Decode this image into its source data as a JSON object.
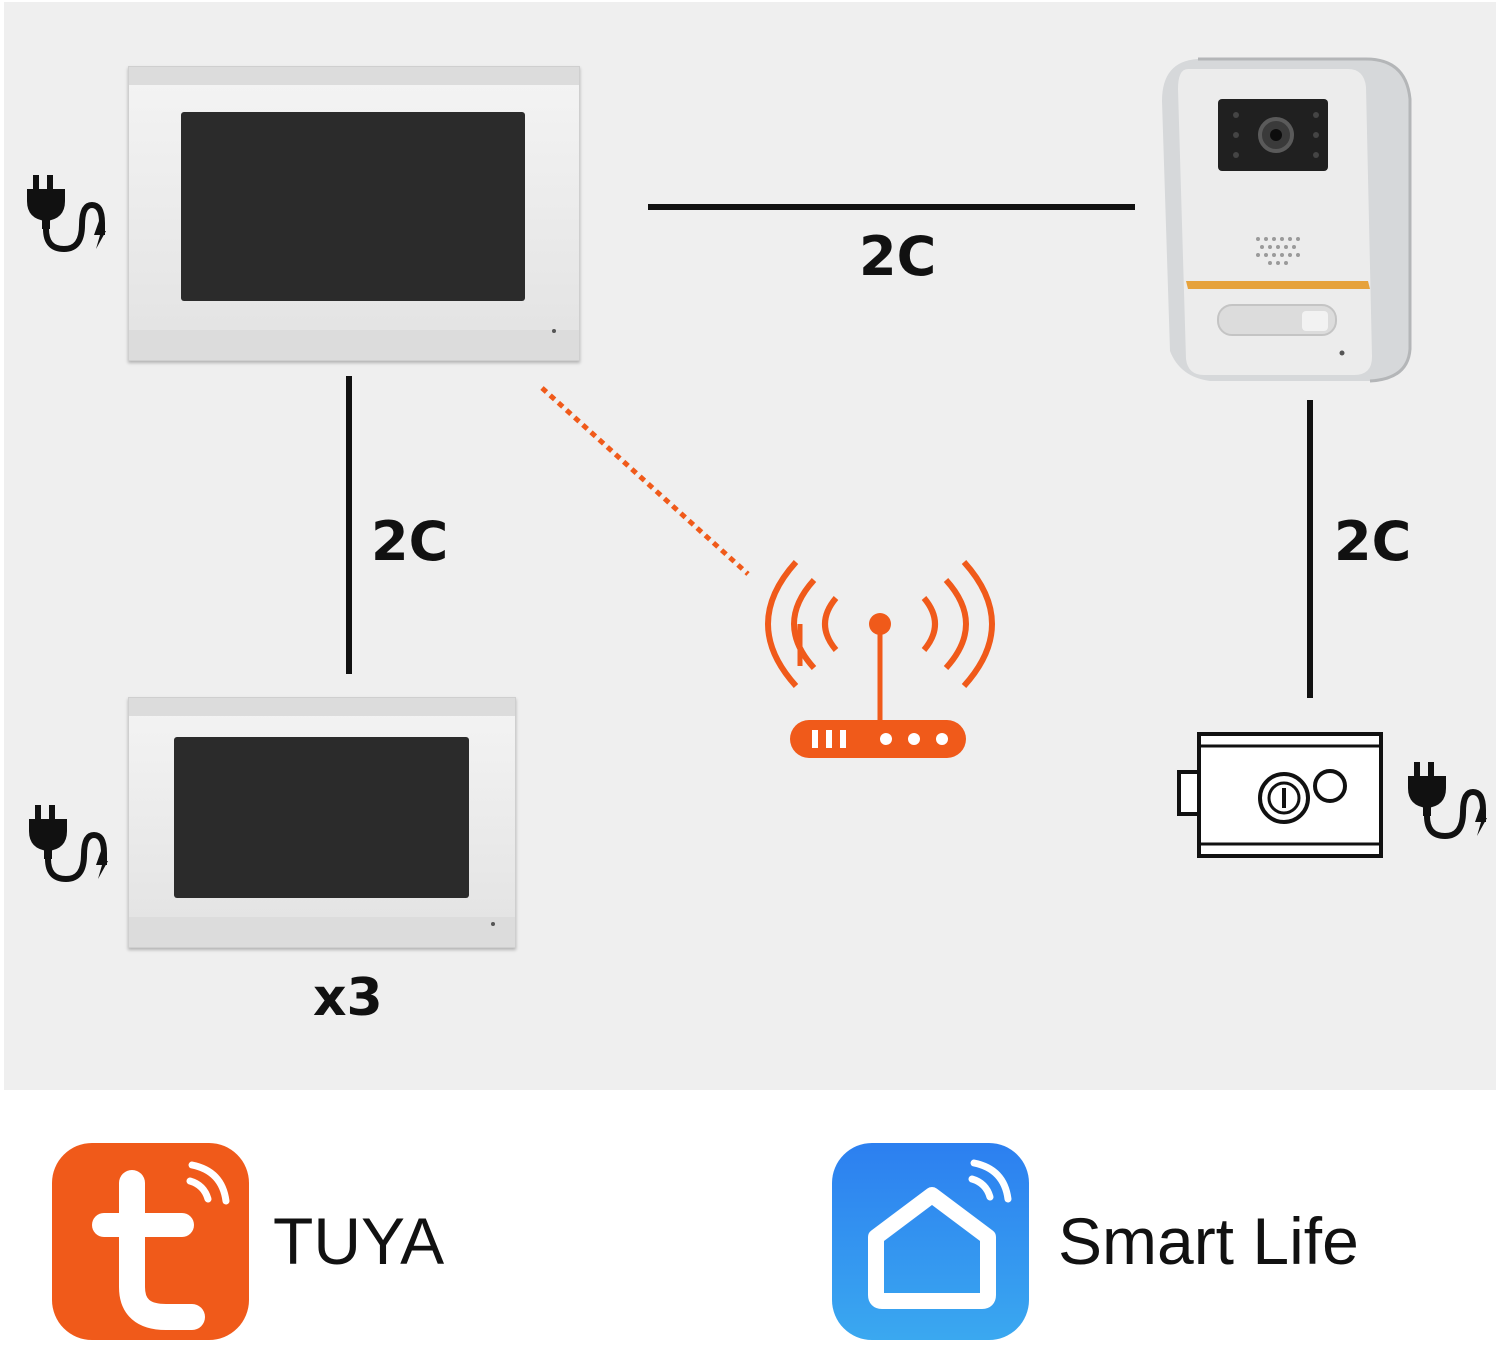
{
  "diagram": {
    "connections": [
      {
        "from": "main-monitor",
        "to": "door-camera",
        "label": "2C"
      },
      {
        "from": "main-monitor",
        "to": "extension-monitor",
        "label": "2C"
      },
      {
        "from": "door-camera",
        "to": "electric-lock",
        "label": "2C"
      }
    ],
    "extension_count": "x3",
    "colors": {
      "wifi": "#f05a1a",
      "wire": "#111111",
      "tuya_bg": "#f05a1a",
      "smartlife_bg": "#2f8ff0"
    }
  },
  "apps": {
    "tuya_label": "TUYA",
    "smartlife_label": "Smart Life"
  }
}
